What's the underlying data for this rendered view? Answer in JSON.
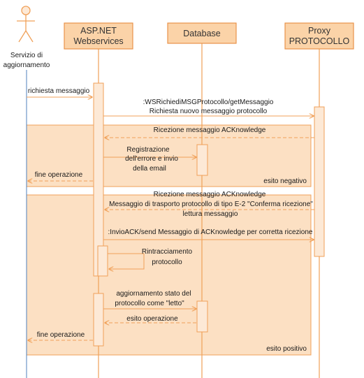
{
  "actors": {
    "servizio": {
      "line1": "Servizio di",
      "line2": "aggiornamento"
    },
    "asp": {
      "line1": "ASP.NET",
      "line2": "Webservices"
    },
    "db": {
      "line1": "Database"
    },
    "proxy": {
      "line1": "Proxy",
      "line2": "PROTOCOLLO"
    }
  },
  "messages": {
    "richiesta": "richiesta messaggio",
    "ws_call_1": ":WSRichiediMSGProtocollo/getMessaggio",
    "ws_call_2": "Richiesta nuovo messaggio protocollo",
    "ricezione_ack_1": "Ricezione messaggio ACKnowledge",
    "registrazione_1": "Registrazione",
    "registrazione_2": "dell'errore e invio",
    "registrazione_3": "della email",
    "fine_op_1": "fine operazione",
    "ricezione_ack_2": "Ricezione messaggio ACKnowledge",
    "trasporto_1": "Messaggio di trasporto protocollo di tipo E-2 \"Conferma ricezione\"",
    "trasporto_2": "lettura messaggio",
    "invio_ack": ":InvioACK/send Messaggio di ACKnowledge per corretta ricezione",
    "rintracciamento_1": "Rintracciamento",
    "rintracciamento_2": "protocollo",
    "aggiornamento_1": "aggiornamento stato del",
    "aggiornamento_2": "protocollo come \"letto\"",
    "esito_operazione": "esito operazione",
    "fine_op_2": "fine operazione"
  },
  "fragments": {
    "negativo": "esito negativo",
    "positivo": "esito positivo"
  },
  "colors": {
    "orange_line": "#f0a058",
    "box_fill": "#fbd7b0",
    "fragment_fill": "#fce0c3",
    "activation_fill": "#fde9d6",
    "header_fill": "#fbd3a8",
    "header_stroke": "#e8934a",
    "blue_line": "#4f81bd"
  }
}
